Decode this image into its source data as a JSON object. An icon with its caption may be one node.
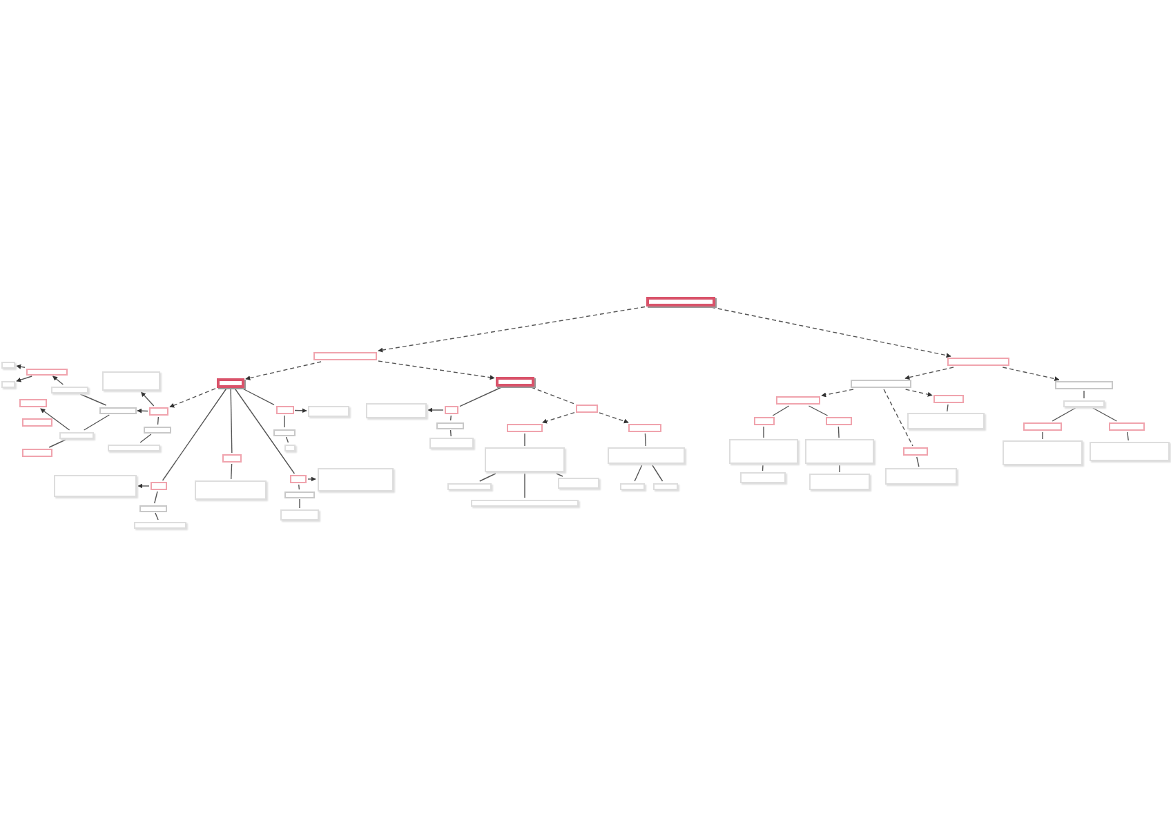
{
  "diagram": {
    "nodes": [
      {
        "text": [],
        "shape": "box"
      },
      {
        "text": [],
        "shape": "box"
      },
      {
        "text": [],
        "shape": "box"
      },
      {
        "text": [],
        "shape": "box"
      },
      {
        "text": [],
        "shape": "box"
      },
      {
        "text": [],
        "shape": "box"
      },
      {
        "text": [],
        "shape": "box"
      },
      {
        "text": [],
        "shape": "box"
      },
      {
        "text": [],
        "shape": "box"
      },
      {
        "text": [],
        "shape": "box"
      },
      {
        "text": [],
        "shape": "box"
      },
      {
        "text": [],
        "shape": "box"
      },
      {
        "text": [],
        "shape": "box"
      },
      {
        "text": [],
        "shape": "box"
      },
      {
        "text": [],
        "shape": "box"
      },
      {
        "text": [],
        "shape": "box"
      },
      {
        "text": [],
        "shape": "box"
      },
      {
        "text": [],
        "shape": "box"
      },
      {
        "text": [],
        "shape": "box"
      },
      {
        "text": [],
        "shape": "box"
      },
      {
        "text": [],
        "shape": "box"
      },
      {
        "text": [],
        "shape": "box"
      },
      {
        "text": [],
        "shape": "box"
      },
      {
        "text": [],
        "shape": "box"
      },
      {
        "text": [],
        "shape": "box"
      },
      {
        "text": [],
        "shape": "box"
      },
      {
        "text": [],
        "shape": "box"
      },
      {
        "text": [],
        "shape": "box"
      },
      {
        "text": [],
        "shape": "box"
      },
      {
        "text": [],
        "shape": "box"
      },
      {
        "text": [],
        "shape": "box"
      },
      {
        "text": [],
        "shape": "box"
      },
      {
        "text": [],
        "shape": "box"
      },
      {
        "text": [],
        "shape": "box"
      },
      {
        "text": [],
        "shape": "box"
      },
      {
        "text": [],
        "shape": "box"
      },
      {
        "text": [],
        "shape": "box"
      },
      {
        "text": [],
        "shape": "box"
      },
      {
        "text": [],
        "shape": "box"
      },
      {
        "text": [],
        "shape": "box"
      },
      {
        "text": [],
        "shape": "box"
      },
      {
        "text": [],
        "shape": "box"
      },
      {
        "text": [],
        "shape": "box"
      },
      {
        "text": [],
        "shape": "box"
      },
      {
        "text": [],
        "shape": "box"
      },
      {
        "text": [],
        "shape": "box"
      },
      {
        "text": [],
        "shape": "box"
      },
      {
        "text": [],
        "shape": "box"
      },
      {
        "text": [],
        "shape": "box"
      },
      {
        "text": [],
        "shape": "box"
      },
      {
        "text": [],
        "shape": "box"
      },
      {
        "text": [],
        "shape": "box"
      },
      {
        "text": [],
        "shape": "box"
      },
      {
        "text": [],
        "shape": "box"
      },
      {
        "text": [],
        "shape": "box"
      },
      {
        "text": [],
        "shape": "box"
      },
      {
        "text": [],
        "shape": "box"
      },
      {
        "text": [],
        "shape": "box"
      },
      {
        "text": [],
        "shape": "box"
      },
      {
        "text": [],
        "shape": "box"
      },
      {
        "text": [],
        "shape": "box"
      },
      {
        "text": [],
        "shape": "box"
      },
      {
        "text": [],
        "shape": "box"
      },
      {
        "text": [],
        "shape": "box"
      }
    ],
    "edges": [
      {
        "from": 0,
        "to": 1,
        "arrow": "to",
        "style": "dashed"
      },
      {
        "from": 0,
        "to": 2,
        "arrow": "to",
        "style": "dashed"
      },
      {
        "from": 1,
        "to": 3,
        "arrow": "to",
        "style": "dashed"
      },
      {
        "from": 1,
        "to": 4,
        "arrow": "to",
        "style": "dashed"
      },
      {
        "from": 3,
        "to": 5,
        "arrow": "to",
        "style": "dashed"
      },
      {
        "from": 5,
        "to": 6,
        "arrow": "to"
      },
      {
        "from": 5,
        "to": 7,
        "arrow": "to"
      },
      {
        "from": 5,
        "to": 8,
        "arrow": "none"
      },
      {
        "from": 8,
        "to": 9,
        "arrow": "none"
      },
      {
        "from": 7,
        "to": 10,
        "arrow": "none"
      },
      {
        "from": 10,
        "to": 11,
        "arrow": "to"
      },
      {
        "from": 11,
        "to": 12,
        "arrow": "to"
      },
      {
        "from": 11,
        "to": 13,
        "arrow": "to"
      },
      {
        "from": 7,
        "to": 16,
        "arrow": "none"
      },
      {
        "from": 16,
        "to": 14,
        "arrow": "to"
      },
      {
        "from": 16,
        "to": 17,
        "arrow": "none"
      },
      {
        "from": 3,
        "to": 18,
        "arrow": "none"
      },
      {
        "from": 18,
        "to": 19,
        "arrow": "to"
      },
      {
        "from": 18,
        "to": 20,
        "arrow": "none"
      },
      {
        "from": 20,
        "to": 21,
        "arrow": "none"
      },
      {
        "from": 3,
        "to": 22,
        "arrow": "none"
      },
      {
        "from": 22,
        "to": 23,
        "arrow": "none"
      },
      {
        "from": 3,
        "to": 24,
        "arrow": "none"
      },
      {
        "from": 24,
        "to": 25,
        "arrow": "to"
      },
      {
        "from": 24,
        "to": 26,
        "arrow": "none"
      },
      {
        "from": 26,
        "to": 27,
        "arrow": "none"
      },
      {
        "from": 3,
        "to": 28,
        "arrow": "none"
      },
      {
        "from": 28,
        "to": 29,
        "arrow": "to"
      },
      {
        "from": 28,
        "to": 30,
        "arrow": "none"
      },
      {
        "from": 30,
        "to": 31,
        "arrow": "none"
      },
      {
        "from": 4,
        "to": 32,
        "arrow": "none"
      },
      {
        "from": 32,
        "to": 33,
        "arrow": "to"
      },
      {
        "from": 32,
        "to": 34,
        "arrow": "none"
      },
      {
        "from": 34,
        "to": 35,
        "arrow": "none"
      },
      {
        "from": 4,
        "to": 36,
        "arrow": "none",
        "style": "dashed"
      },
      {
        "from": 36,
        "to": 37,
        "arrow": "to",
        "style": "dashed"
      },
      {
        "from": 36,
        "to": 38,
        "arrow": "to",
        "style": "dashed"
      },
      {
        "from": 37,
        "to": 39,
        "arrow": "none"
      },
      {
        "from": 39,
        "to": 40,
        "arrow": "none"
      },
      {
        "from": 39,
        "to": 41,
        "arrow": "none"
      },
      {
        "from": 39,
        "to": 42,
        "arrow": "none"
      },
      {
        "from": 38,
        "to": 43,
        "arrow": "none"
      },
      {
        "from": 43,
        "to": 44,
        "arrow": "none"
      },
      {
        "from": 43,
        "to": 45,
        "arrow": "none"
      },
      {
        "from": 2,
        "to": 46,
        "arrow": "to",
        "style": "dashed"
      },
      {
        "from": 2,
        "to": 47,
        "arrow": "to",
        "style": "dashed"
      },
      {
        "from": 46,
        "to": 48,
        "arrow": "to",
        "style": "dashed"
      },
      {
        "from": 46,
        "to": 49,
        "arrow": "to",
        "style": "dashed"
      },
      {
        "from": 46,
        "to": 57,
        "arrow": "none",
        "style": "dashed"
      },
      {
        "from": 48,
        "to": 50,
        "arrow": "none"
      },
      {
        "from": 48,
        "to": 51,
        "arrow": "none"
      },
      {
        "from": 50,
        "to": 52,
        "arrow": "none"
      },
      {
        "from": 52,
        "to": 54,
        "arrow": "none"
      },
      {
        "from": 51,
        "to": 53,
        "arrow": "none"
      },
      {
        "from": 53,
        "to": 55,
        "arrow": "none"
      },
      {
        "from": 49,
        "to": 56,
        "arrow": "none"
      },
      {
        "from": 57,
        "to": 58,
        "arrow": "none"
      },
      {
        "from": 47,
        "to": 59,
        "arrow": "none"
      },
      {
        "from": 59,
        "to": 60,
        "arrow": "none"
      },
      {
        "from": 59,
        "to": 61,
        "arrow": "none"
      },
      {
        "from": 60,
        "to": 62,
        "arrow": "none"
      },
      {
        "from": 61,
        "to": 63,
        "arrow": "none"
      }
    ]
  }
}
